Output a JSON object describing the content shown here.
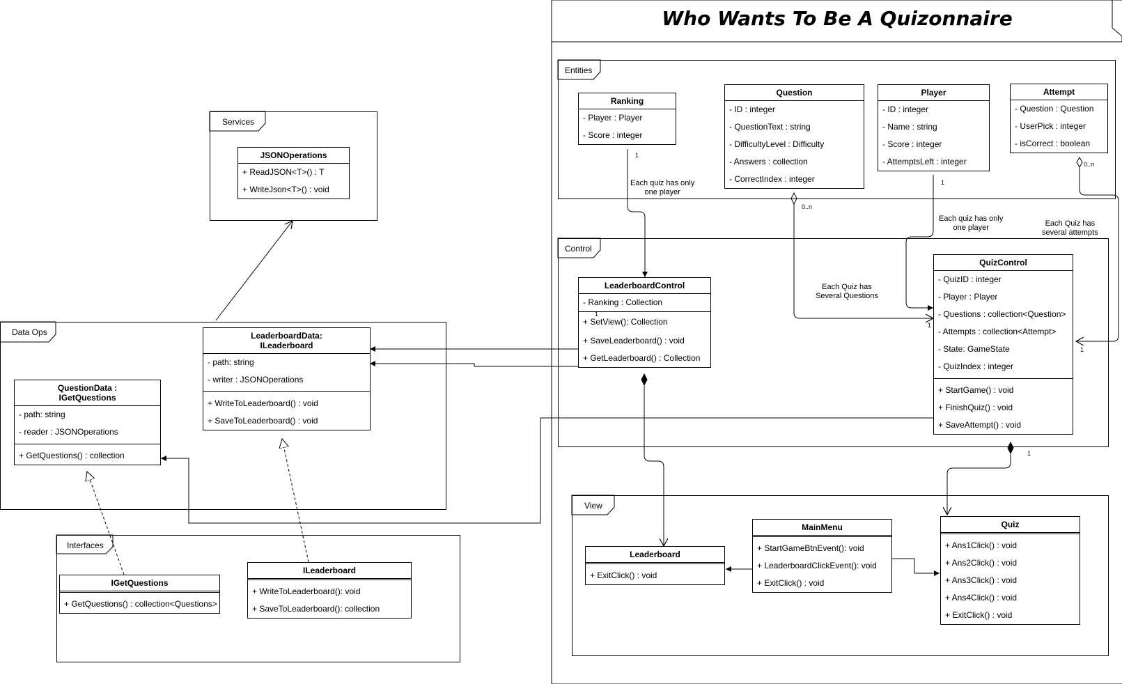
{
  "title": "Who Wants To Be A Quizonnaire",
  "packages": {
    "entities": "Entities",
    "control": "Control",
    "view": "View",
    "services": "Services",
    "data_ops": "Data Ops",
    "interfaces": "Interfaces"
  },
  "classes": {
    "ranking": {
      "name": "Ranking",
      "attributes": [
        "- Player : Player",
        "- Score : integer"
      ]
    },
    "question": {
      "name": "Question",
      "attributes": [
        "- ID : integer",
        "- QuestionText : string",
        "- DifficultyLevel : Difficulty",
        "- Answers : collection",
        "- CorrectIndex : integer"
      ]
    },
    "player": {
      "name": "Player",
      "attributes": [
        "- ID : integer",
        "- Name : string",
        "- Score : integer",
        "- AttemptsLeft : integer"
      ]
    },
    "attempt": {
      "name": "Attempt",
      "attributes": [
        "- Question : Question",
        "- UserPick : integer",
        "- isCorrect : boolean"
      ]
    },
    "leaderboard_control": {
      "name": "LeaderboardControl",
      "attributes": [
        "- Ranking : Collection"
      ],
      "methods": [
        "+ SetView(): Collection",
        "+ SaveLeaderboard() : void",
        "+ GetLeaderboard() : Collection"
      ]
    },
    "quiz_control": {
      "name": "QuizControl",
      "attributes": [
        "- QuizID : integer",
        "- Player : Player",
        "- Questions : collection<Question>",
        "- Attempts : collection<Attempt>",
        "- State: GameState",
        "- QuizIndex : integer"
      ],
      "methods": [
        "+ StartGame() : void",
        "+ FinishQuiz() : void",
        "+ SaveAttempt() : void"
      ]
    },
    "leaderboard": {
      "name": "Leaderboard",
      "methods": [
        "+ ExitClick() : void"
      ]
    },
    "main_menu": {
      "name": "MainMenu",
      "methods": [
        "+ StartGameBtnEvent(): void",
        "+ LeaderboardClickEvent(): void",
        "+ ExitClick() : void"
      ]
    },
    "quiz": {
      "name": "Quiz",
      "methods": [
        "+ Ans1Click() : void",
        "+ Ans2Click() : void",
        "+ Ans3Click() : void",
        "+ Ans4Click() : void",
        "+ ExitClick() : void"
      ]
    },
    "json_operations": {
      "name": "JSONOperations",
      "methods": [
        "+ ReadJSON<T>() : T",
        "+ WriteJson<T>() : void"
      ]
    },
    "leaderboard_data": {
      "name": "LeaderboardData:\nILeaderboard",
      "attributes": [
        "- path: string",
        "- writer : JSONOperations"
      ],
      "methods": [
        "+ WriteToLeaderboard() : void",
        "+ SaveToLeaderboard() : void"
      ]
    },
    "question_data": {
      "name": "QuestionData :\nIGetQuestions",
      "attributes": [
        "- path: string",
        "- reader : JSONOperations"
      ],
      "methods": [
        "+ GetQuestions() : collection"
      ]
    },
    "i_get_questions": {
      "name": "IGetQuestions",
      "methods": [
        "+ GetQuestions() : collection<Questions>"
      ]
    },
    "i_leaderboard": {
      "name": "ILeaderboard",
      "methods": [
        "+ WriteToLeaderboard(): void",
        "+ SaveToLeaderboard(): collection"
      ]
    }
  },
  "labels": {
    "ranking_player": "Each quiz has only\none player",
    "quiz_player": "Each quiz has only\none player",
    "quiz_attempts": "Each Quiz has\nseveral attempts",
    "quiz_questions": "Each Quiz has\nSeveral Questions"
  },
  "multiplicities": {
    "ranking_1": "1",
    "question_0n": "0..n",
    "player_1": "1",
    "attempt_0n": "0..n",
    "quizcontrol_left_1": "1",
    "quizcontrol_right_1": "1",
    "quizcontrol_bottom_1": "1",
    "leaderboardcontrol_1": "1"
  }
}
